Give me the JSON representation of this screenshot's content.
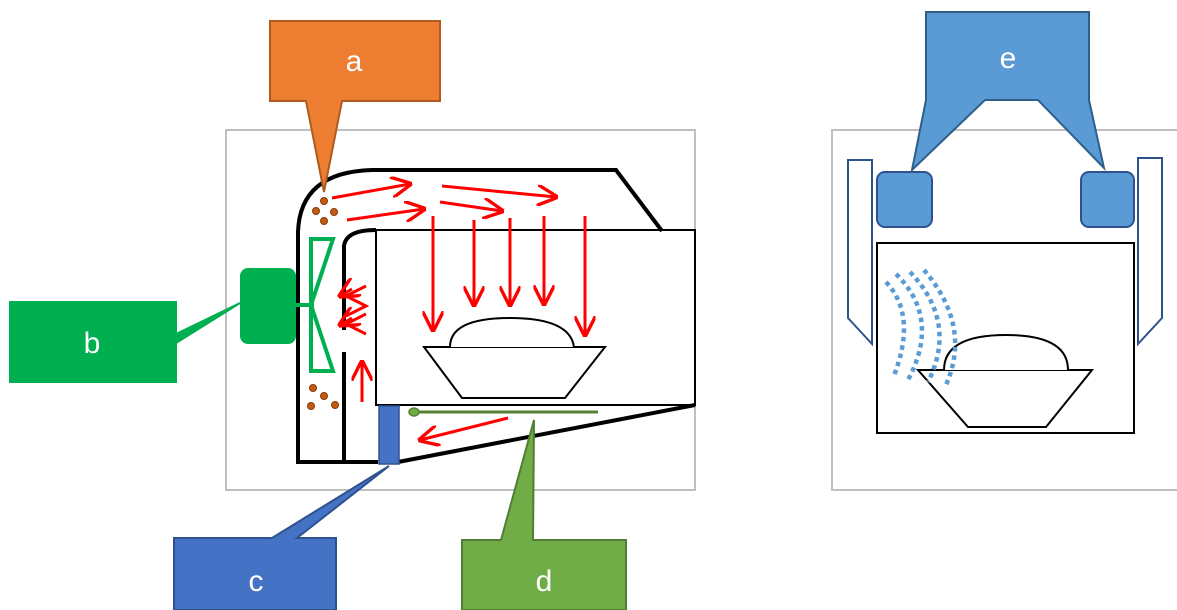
{
  "diagram": {
    "callouts": {
      "a": {
        "label": "a",
        "color": "#ED7D31",
        "border": "#AE5A21"
      },
      "b": {
        "label": "b",
        "color": "#00B050",
        "border": "#00B050"
      },
      "c": {
        "label": "c",
        "color": "#4472C4",
        "border": "#2F528F"
      },
      "d": {
        "label": "d",
        "color": "#70AD47",
        "border": "#507E32"
      },
      "e": {
        "label": "e",
        "color": "#5B9BD5",
        "border": "#2E5F8A"
      }
    },
    "colors": {
      "airflow_arrows": "#FF0000",
      "fan": "#00B050",
      "particles": "#C55A11",
      "heater_rod": "#548235",
      "sensor_block": "#4472C4",
      "radar_waves": "#5B9BD5",
      "frame": "#BFBFBF",
      "structure": "#000000"
    }
  }
}
